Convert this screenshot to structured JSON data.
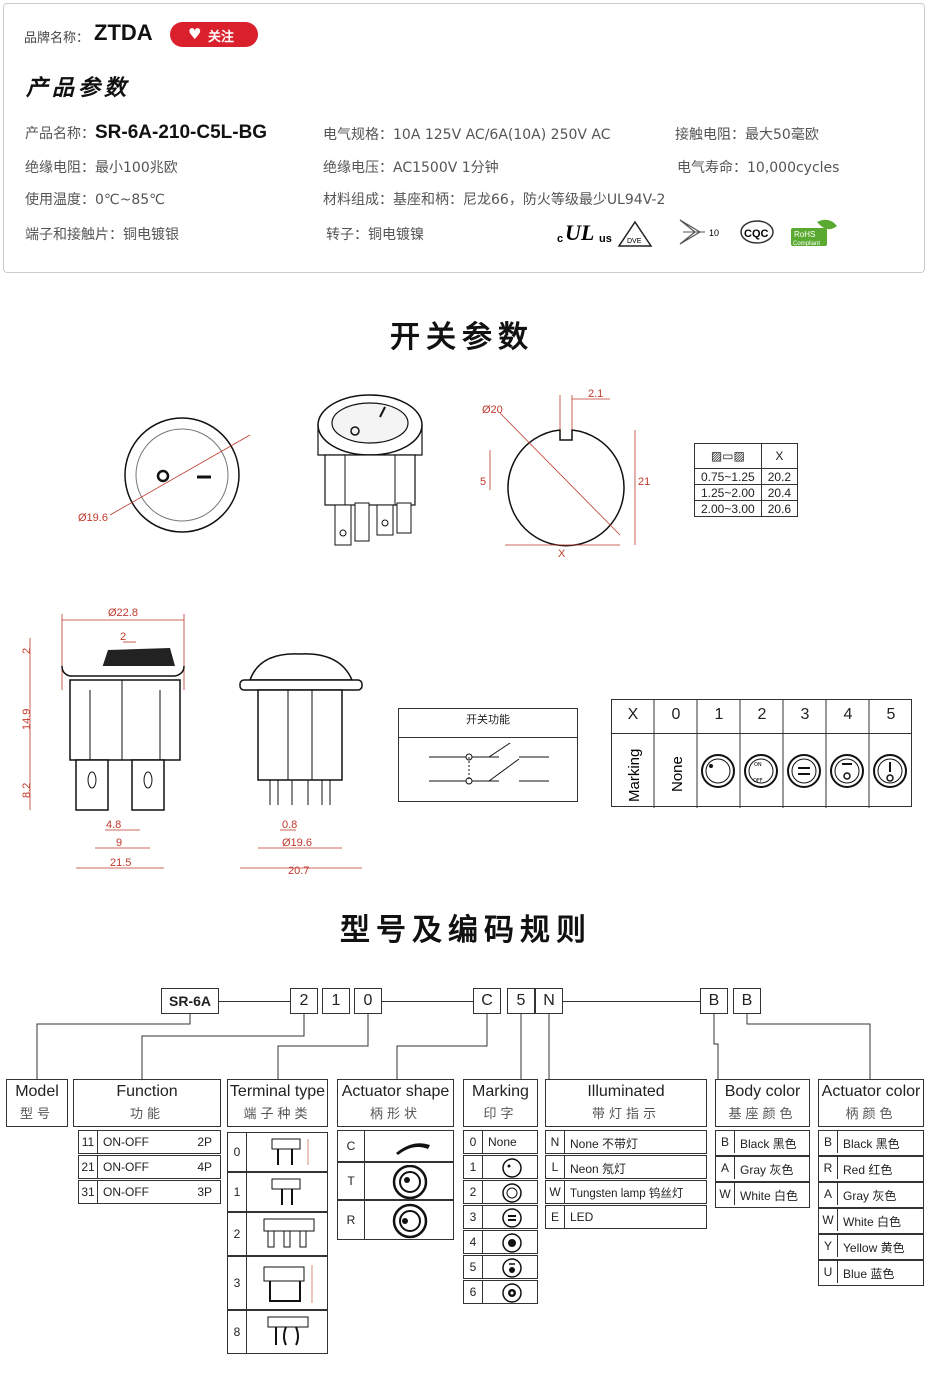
{
  "header": {
    "brand_label": "品牌名称：",
    "brand_name": "ZTDA",
    "follow_label": "关注",
    "params_title": "产品参数"
  },
  "specs": {
    "product_name_label": "产品名称：",
    "product_name": "SR-6A-210-C5L-BG",
    "electrical": "电气规格：10A  125V  AC/6A(10A) 250V  AC",
    "contact_resistance": "接触电阻：最大50毫欧",
    "insulation_resistance": "绝缘电阻：最小100兆欧",
    "insulation_voltage": "绝缘电压：AC1500V 1分钟",
    "electrical_life": "电气寿命：10,000cycles",
    "temperature": "使用温度：0℃~85℃",
    "material": "材料组成：基座和柄：尼龙66，防火等级最少UL94V-2",
    "terminal": "端子和接触片：铜电镀银",
    "rotor": "转子：铜电镀镍"
  },
  "cert_icons": [
    "cul-us-icon",
    "vde-icon",
    "enec-10-icon",
    "cqc-icon",
    "rohs-compliant-icon"
  ],
  "cert_labels": [
    "c",
    "us",
    "10",
    "CQC",
    "RoHS",
    "Compliant"
  ],
  "switch_title": "开关参数",
  "drawing_labels": {
    "d19_6": "Ø19.6",
    "d20": "Ø20",
    "w2_1": "2.1",
    "h5": "5",
    "h21": "21",
    "x": "X",
    "d22_8": "Ø22.8",
    "w2": "2",
    "h2": "2",
    "h14_9": "14.9",
    "h8_2": "8.2",
    "w4_8": "4.8",
    "w9": "9",
    "w21_5": "21.5",
    "w0_8": "0.8",
    "d19_6b": "Ø19.6",
    "w20_7": "20.7",
    "func_label": "开关功能",
    "on": "ON",
    "off": "OFF"
  },
  "x_table": {
    "header": "X",
    "rows": [
      {
        "range": "0.75~1.25",
        "x": "20.2"
      },
      {
        "range": "1.25~2.00",
        "x": "20.4"
      },
      {
        "range": "2.00~3.00",
        "x": "20.6"
      }
    ]
  },
  "marking_table": {
    "x_label": "X",
    "cols": [
      "0",
      "1",
      "2",
      "3",
      "4",
      "5"
    ],
    "row_label": "Marking",
    "none_label": "None"
  },
  "code_title": "型号及编码规则",
  "code": {
    "series": "SR-6A",
    "chars1": [
      "2",
      "1",
      "0"
    ],
    "chars2": [
      "C",
      "5",
      "N"
    ],
    "chars3": [
      "B",
      "B"
    ]
  },
  "columns": {
    "model": {
      "en": "Model",
      "zh": "型号"
    },
    "function": {
      "en": "Function",
      "zh": "功能"
    },
    "terminal": {
      "en": "Terminal type",
      "zh": "端子种类"
    },
    "actuator": {
      "en": "Actuator shape",
      "zh": "柄形状"
    },
    "marking": {
      "en": "Marking",
      "zh": "印字"
    },
    "illuminated": {
      "en": "Illuminated",
      "zh": "带灯指示"
    },
    "body": {
      "en": "Body color",
      "zh": "基座颜色"
    },
    "actcolor": {
      "en": "Actuator color",
      "zh": "柄颜色"
    }
  },
  "function_opts": [
    {
      "code": "11",
      "val": "ON-OFF",
      "p": "2P"
    },
    {
      "code": "21",
      "val": "ON-OFF",
      "p": "4P"
    },
    {
      "code": "31",
      "val": "ON-OFF",
      "p": "3P"
    }
  ],
  "terminal_opts": [
    "0",
    "1",
    "2",
    "3",
    "8"
  ],
  "actuator_opts": [
    "C",
    "T",
    "R"
  ],
  "marking_opts": [
    {
      "code": "0",
      "val": "None"
    },
    {
      "code": "1"
    },
    {
      "code": "2"
    },
    {
      "code": "3"
    },
    {
      "code": "4"
    },
    {
      "code": "5"
    },
    {
      "code": "6"
    }
  ],
  "illum_opts": [
    {
      "code": "N",
      "val": "None 不带灯"
    },
    {
      "code": "L",
      "val": "Neon 氖灯"
    },
    {
      "code": "W",
      "val": "Tungsten lamp 钨丝灯"
    },
    {
      "code": "E",
      "val": "LED"
    }
  ],
  "body_opts": [
    {
      "code": "B",
      "val": "Black 黑色"
    },
    {
      "code": "A",
      "val": "Gray 灰色"
    },
    {
      "code": "W",
      "val": "White 白色"
    }
  ],
  "actcolor_opts": [
    {
      "code": "B",
      "val": "Black 黑色"
    },
    {
      "code": "R",
      "val": "Red  红色"
    },
    {
      "code": "A",
      "val": "Gray 灰色"
    },
    {
      "code": "W",
      "val": "White 白色"
    },
    {
      "code": "Y",
      "val": "Yellow 黄色"
    },
    {
      "code": "U",
      "val": "Blue  蓝色"
    }
  ]
}
